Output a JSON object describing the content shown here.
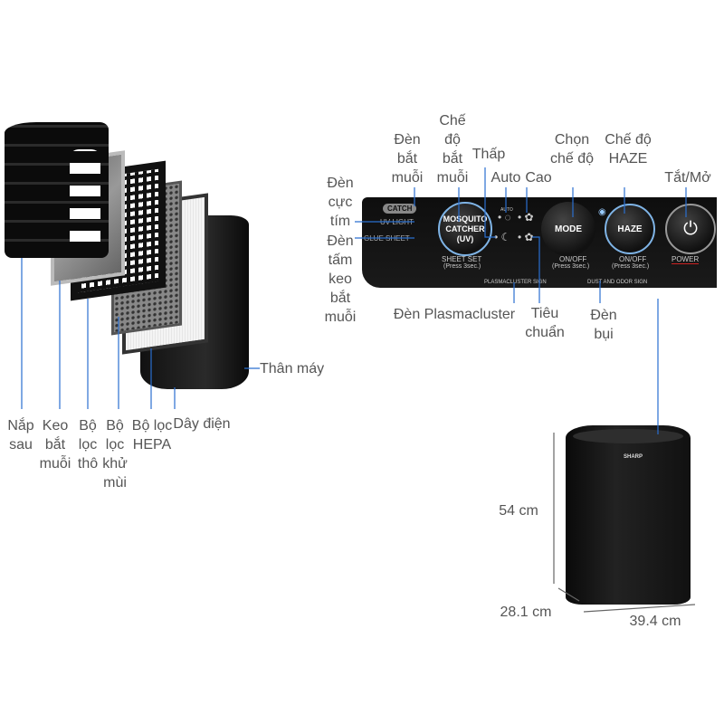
{
  "exploded_labels": {
    "back_cover": "Nắp sau",
    "mosquito_glue": "Keo bắt muỗi",
    "pre_filter": "Bộ lọc thô",
    "deodorizing_filter": "Bộ lọc khử mùi",
    "hepa_filter": "Bộ lọc HEPA",
    "power_cord": "Dây điện",
    "body": "Thân máy"
  },
  "panel_labels": {
    "uv_light": "Đèn cực tím",
    "glue_sheet_light": "Đèn tấm keo bắt muỗi",
    "catch_light": "Đèn bắt muỗi",
    "mosquito_mode": "Chế độ bắt muỗi",
    "low": "Thấp",
    "auto": "Auto",
    "high": "Cao",
    "mode_select": "Chọn chế độ",
    "haze_mode": "Chế độ HAZE",
    "power": "Tắt/Mở",
    "plasmacluster_light": "Đèn Plasmacluster",
    "standard": "Tiêu chuẩn",
    "dust_light": "Đèn bụi"
  },
  "panel": {
    "catch": "CATCH",
    "uv_light": "UV LIGHT",
    "glue_sheet": "GLUE SHEET",
    "mosquito_btn_1": "MOSQUITO",
    "mosquito_btn_2": "CATCHER",
    "mosquito_btn_3": "(UV)",
    "sheet_set": "SHEET SET",
    "press": "(Press 3sec.)",
    "auto": "AUTO",
    "mode": "MODE",
    "haze": "HAZE",
    "onoff": "ON/OFF",
    "power": "POWER",
    "plasmacluster_sign": "PLASMACLUSTER SIGN",
    "dust_sign": "DUST AND ODOR SIGN"
  },
  "product": {
    "brand": "SHARP"
  },
  "dimensions": {
    "height": "54 cm",
    "depth": "28.1 cm",
    "width": "39.4 cm"
  },
  "colors": {
    "leader_line": "#2a6fd0",
    "label": "#555555"
  }
}
